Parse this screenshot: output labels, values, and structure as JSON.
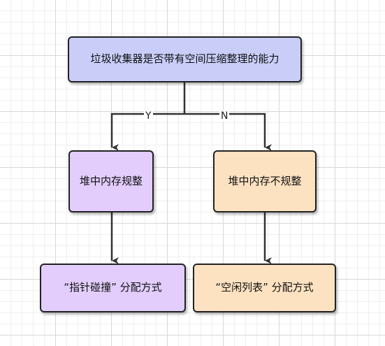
{
  "nodes": {
    "root": {
      "text": "垃圾收集器是否带有空间压缩整理的能力",
      "fill": "#c9cdf8"
    },
    "regular": {
      "text": "堆中内存规整",
      "fill": "#e2cdfc"
    },
    "irregular": {
      "text": "堆中内存不规整",
      "fill": "#fde2c2"
    },
    "bump": {
      "text": "“指针碰撞” 分配方式",
      "fill": "#e2cdfc"
    },
    "free": {
      "text": "“空闲列表” 分配方式",
      "fill": "#fde2c2"
    }
  },
  "edges": {
    "yes_label": "Y",
    "no_label": "N"
  },
  "colors": {
    "line": "#333333",
    "border": "#222222"
  }
}
